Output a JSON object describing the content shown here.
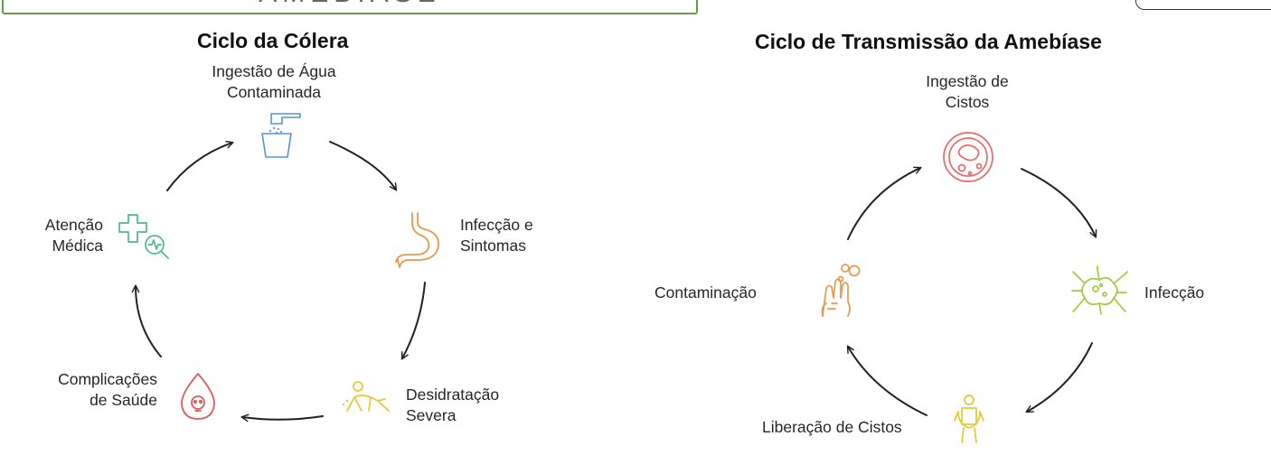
{
  "top_banner_fragment": "AMEBÍASE",
  "cholera_cycle": {
    "title": "Ciclo da Cólera",
    "steps": [
      {
        "label": "Ingestão de Água\nContaminada",
        "icon": "water-tap-icon",
        "color": "#5b8fdc"
      },
      {
        "label": "Infecção e\nSintomas",
        "icon": "stomach-icon",
        "color": "#e89850"
      },
      {
        "label": "Desidratação\nSevera",
        "icon": "collapsed-person-icon",
        "color": "#e6c832"
      },
      {
        "label": "Complicações\nde Saúde",
        "icon": "blood-drop-skull-icon",
        "color": "#e05a5a"
      },
      {
        "label": "Atenção\nMédica",
        "icon": "medical-cross-monitor-icon",
        "color": "#4fb88c"
      }
    ]
  },
  "amebiasis_cycle": {
    "title": "Ciclo de Transmissão da Amebíase",
    "steps": [
      {
        "label": "Ingestão de\nCistos",
        "icon": "petri-dish-cyst-icon",
        "color": "#e86a6a"
      },
      {
        "label": "Infecção",
        "icon": "amoeba-icon",
        "color": "#a6c840"
      },
      {
        "label": "Liberação de Cistos",
        "icon": "person-toilet-icon",
        "color": "#e6c832"
      },
      {
        "label": "Contaminação",
        "icon": "contaminated-hands-icon",
        "color": "#e89850"
      }
    ]
  }
}
